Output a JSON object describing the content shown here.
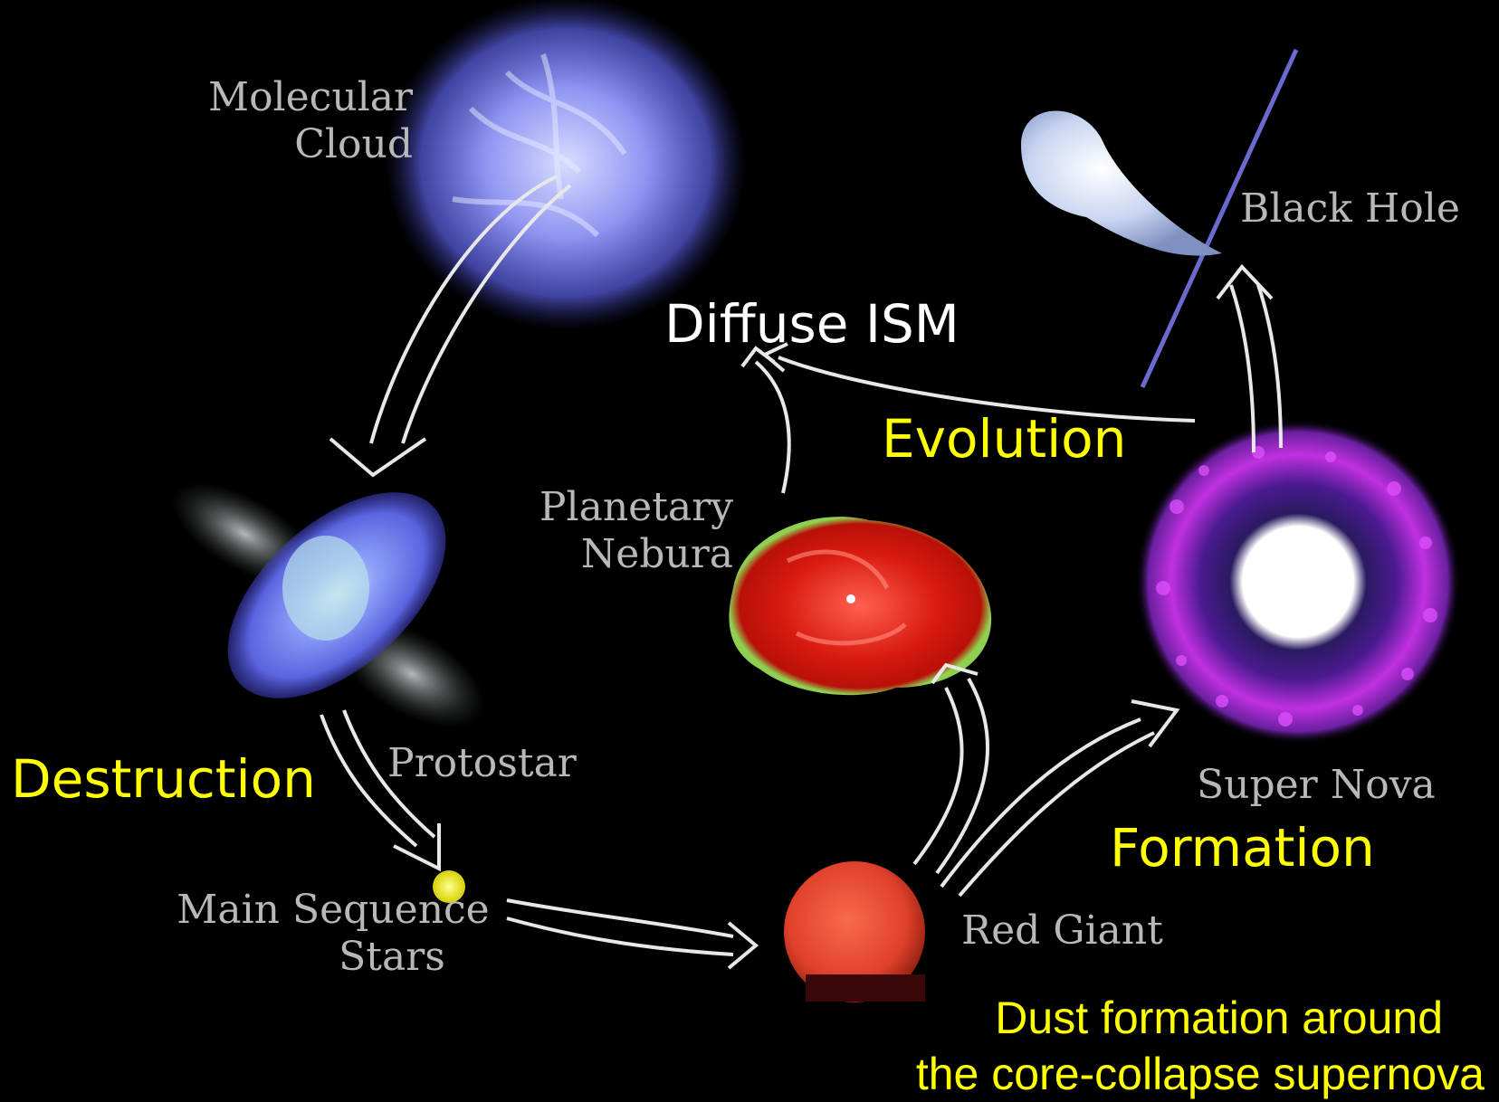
{
  "diagram": {
    "nodes": {
      "molecular_cloud": [
        "Molecular",
        "Cloud"
      ],
      "black_hole": "Black Hole",
      "planetary_nebula": [
        "Planetary",
        "Nebura"
      ],
      "protostar": "Protostar",
      "main_sequence": [
        "Main Sequence",
        "Stars"
      ],
      "red_giant": "Red Giant",
      "super_nova": "Super Nova"
    },
    "overlay_labels": {
      "diffuse_ism": "Diffuse ISM",
      "evolution": "Evolution",
      "destruction": "Destruction",
      "formation": "Formation",
      "caption_line1": "Dust formation around",
      "caption_line2": "the core-collapse supernova"
    }
  },
  "colors": {
    "background": "#000000",
    "node_label": "#b8b8b8",
    "overlay_white": "#ffffff",
    "overlay_yellow": "#ffff00",
    "cloud": "#8a8ff0",
    "red_giant": "#e8412a",
    "nebula": "#d81a10",
    "supernova_ring": "#b030d0"
  },
  "icons": [
    "molecular-cloud",
    "protostar-disk",
    "main-sequence-star",
    "red-giant-star",
    "planetary-nebula",
    "supernova",
    "black-hole"
  ]
}
